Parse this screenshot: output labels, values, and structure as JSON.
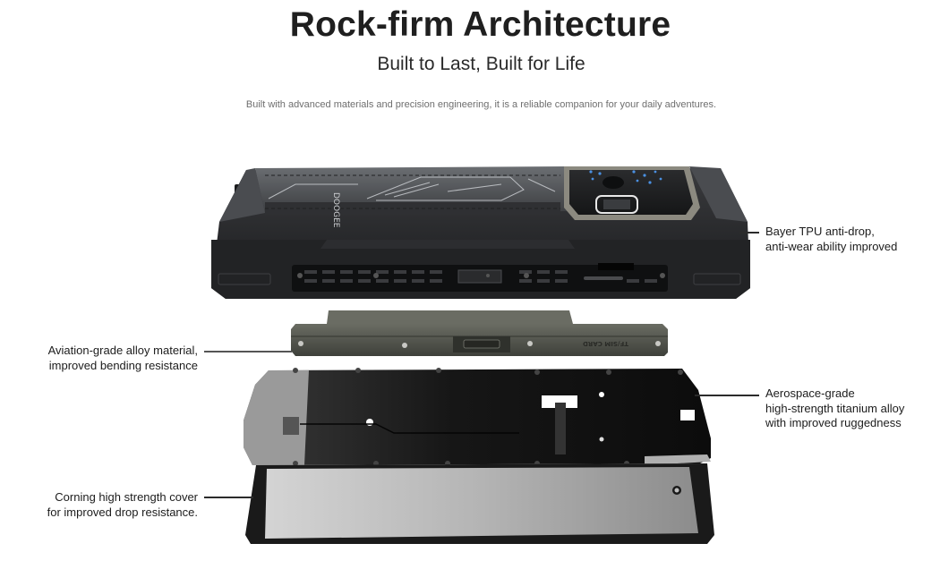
{
  "header": {
    "title": "Rock-firm Architecture",
    "subtitle": "Built to Last, Built for Life",
    "description": "Built with advanced materials and precision engineering, it is a reliable companion for your daily adventures."
  },
  "callouts": [
    {
      "id": "back-shell",
      "side": "right",
      "lines": [
        "Bayer TPU anti-drop,",
        "anti-wear ability improved"
      ]
    },
    {
      "id": "alloy-frame",
      "side": "left",
      "lines": [
        "Aviation-grade alloy material,",
        "improved bending resistance"
      ]
    },
    {
      "id": "titanium-frame",
      "side": "right",
      "lines": [
        "Aerospace-grade",
        "high-strength titanium alloy",
        "with improved ruggedness"
      ]
    },
    {
      "id": "cover-glass",
      "side": "left",
      "lines": [
        "Corning high strength cover",
        "for improved drop resistance."
      ]
    }
  ],
  "illustration": {
    "brand_mark": "DOOGEE",
    "side_bar_label": "TF/SIM CARD",
    "layers": [
      "rugged-back-shell",
      "side-alloy-bar",
      "titanium-mid-frame",
      "cover-glass-display"
    ],
    "colors": {
      "shell": "#2e2f31",
      "shell_dark": "#1b1c1e",
      "panel": "#5d6065",
      "camera_trim": "#8c8a80",
      "camera_led": "#4a90e2",
      "bar": "#55574f",
      "frame": "#1a1a1a",
      "glass_light": "#d2d2d2",
      "glass_dark": "#8a8a8a"
    }
  }
}
